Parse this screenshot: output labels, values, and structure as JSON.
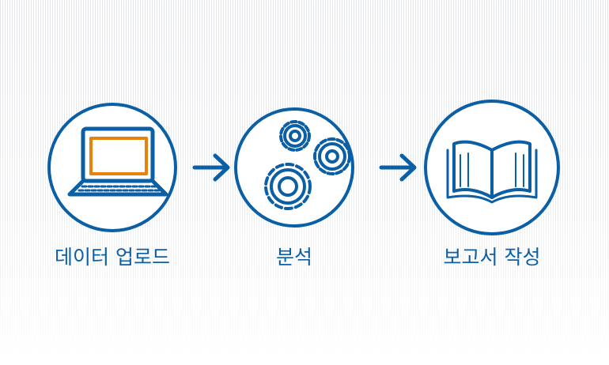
{
  "steps": [
    {
      "label": "데이터 업로드",
      "icon": "laptop-icon"
    },
    {
      "label": "분석",
      "icon": "gears-icon"
    },
    {
      "label": "보고서 작성",
      "icon": "open-book-icon"
    }
  ],
  "colors": {
    "primary": "#0b5fa5",
    "accent": "#e8820c"
  }
}
